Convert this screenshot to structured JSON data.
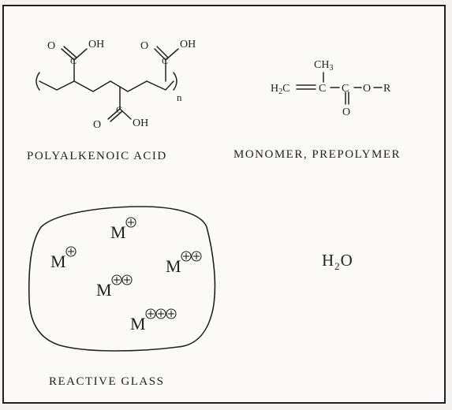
{
  "labels": {
    "polyalkenoic": "POLYALKENOIC ACID",
    "monomer": "MONOMER, PREPOLYMER",
    "glass": "REACTIVE GLASS"
  },
  "polyacid": {
    "groups": [
      "O",
      "OH"
    ],
    "subscript_n": "n"
  },
  "monomer": {
    "methyl": "CH",
    "methyl_sub": "3",
    "h2c": "H",
    "h2c_sub": "2",
    "c": "C",
    "carbonyl_o": "O",
    "ester_o": "O",
    "r_group": "R"
  },
  "glass": {
    "ions": [
      {
        "symbol": "M",
        "charges": 1
      },
      {
        "symbol": "M",
        "charges": 1
      },
      {
        "symbol": "M",
        "charges": 2
      },
      {
        "symbol": "M",
        "charges": 2
      },
      {
        "symbol": "M",
        "charges": 3
      }
    ],
    "charge_sign": "+"
  },
  "water": {
    "h": "H",
    "sub": "2",
    "o": "O"
  }
}
